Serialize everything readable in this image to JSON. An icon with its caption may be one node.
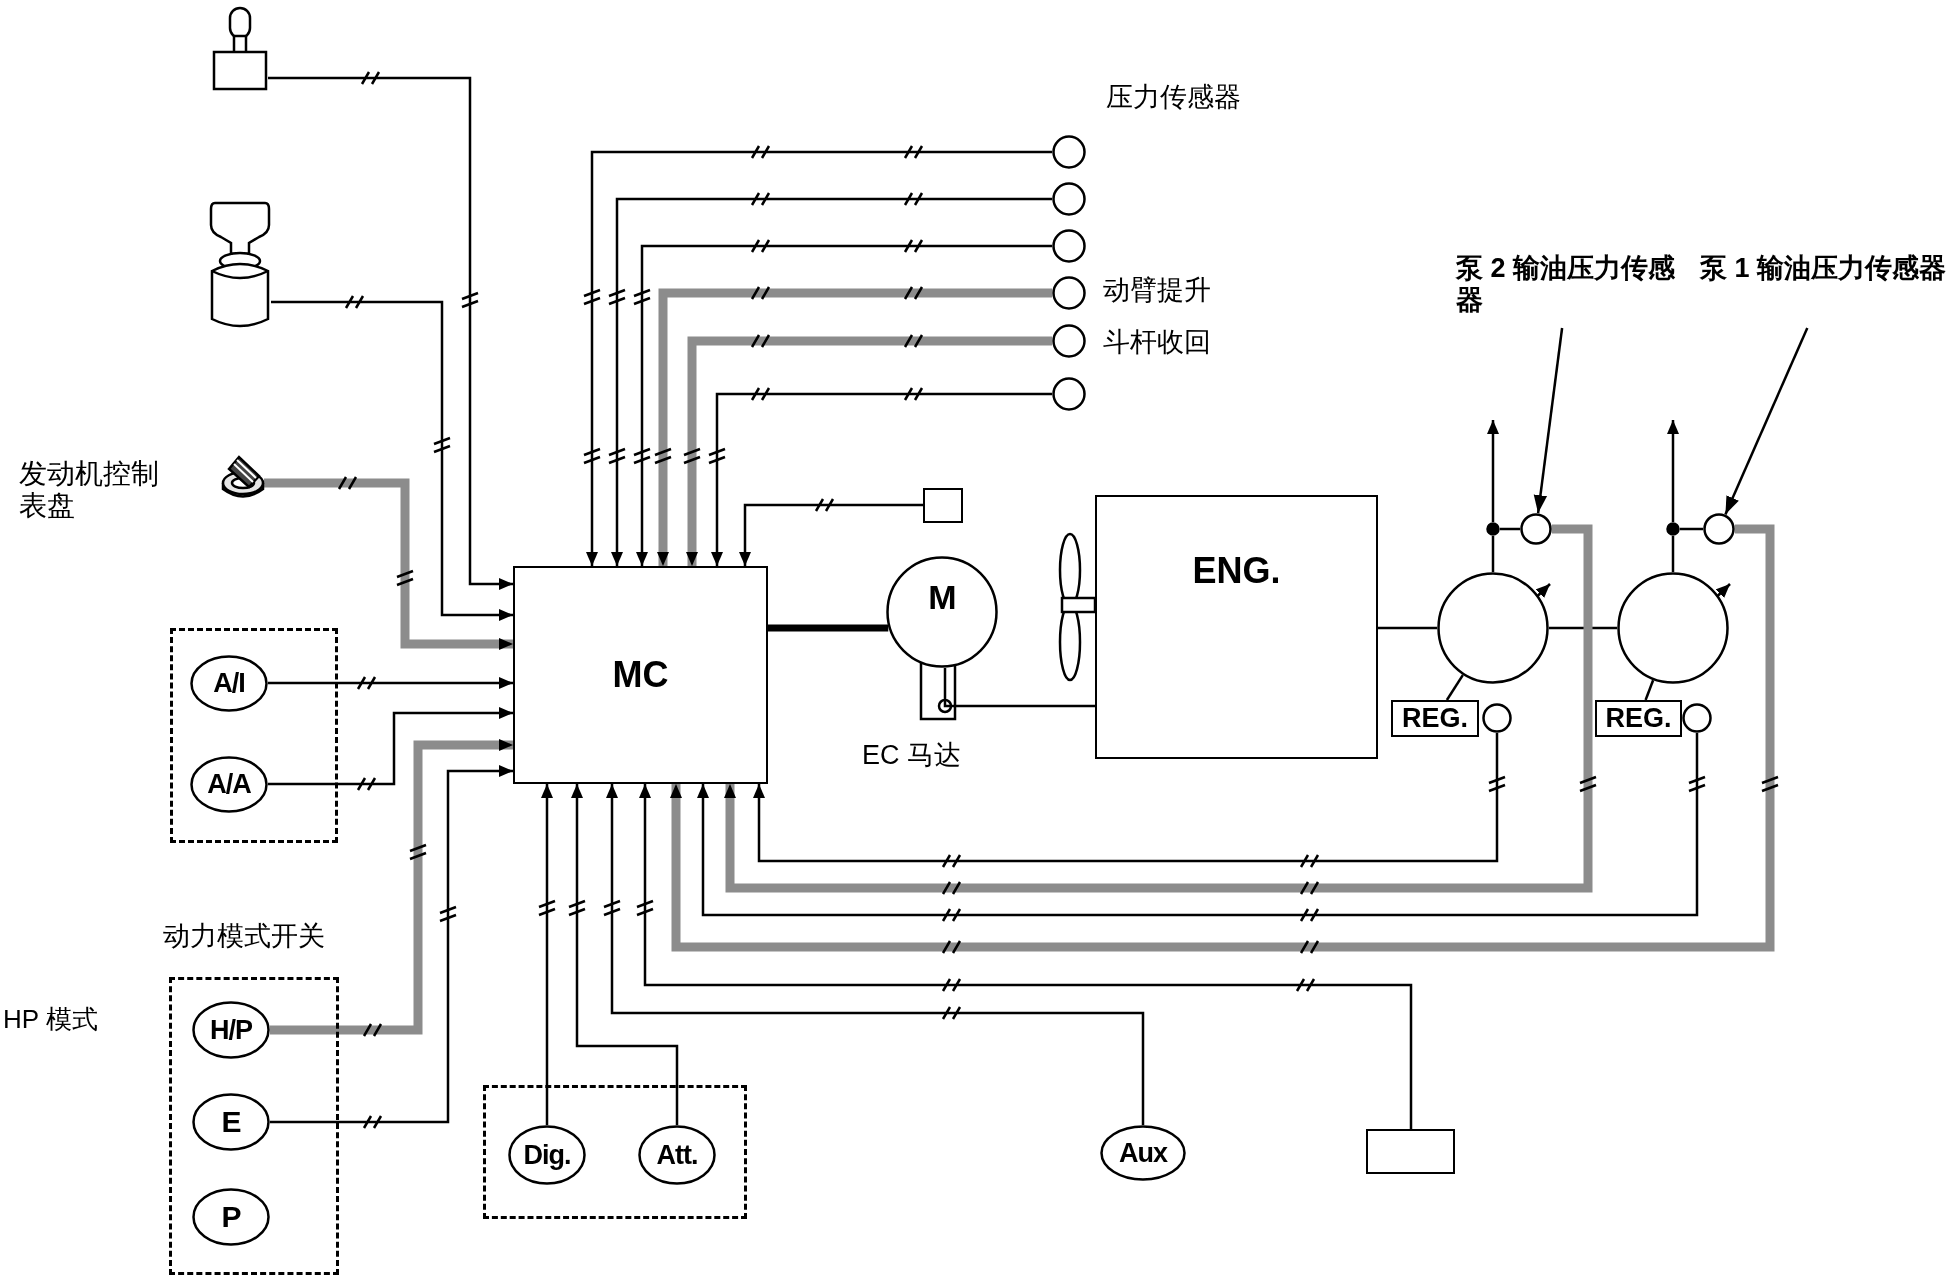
{
  "diagram": {
    "nodes": [
      {
        "text": [],
        "shape": "picture"
      },
      {
        "text": [],
        "shape": "picture"
      },
      {
        "text": [],
        "shape": "picture",
        "beside": [
          "发动机控制表盘"
        ]
      },
      {
        "text": [],
        "shape": "circle"
      },
      {
        "text": [],
        "shape": "circle"
      },
      {
        "text": [],
        "shape": "circle"
      },
      {
        "text": [],
        "shape": "circle",
        "beside": [
          "动臂提升"
        ]
      },
      {
        "text": [],
        "shape": "circle",
        "beside": [
          "斗杆收回"
        ]
      },
      {
        "text": [],
        "shape": "circle"
      },
      {
        "text": [],
        "shape": "box"
      },
      {
        "text": [
          "MC"
        ]
      },
      {
        "text": [],
        "shape": "box"
      },
      {
        "text": [
          "A/I"
        ],
        "in": 11
      },
      {
        "text": [
          "A/A"
        ],
        "in": 11
      },
      {
        "text": [
          "M"
        ],
        "beside": [
          "EC 马达"
        ]
      },
      {
        "text": [
          "ENG."
        ]
      },
      {
        "text": [
          "泵 2 输油压力传感器"
        ]
      },
      {
        "text": [
          "泵 1 输油压力传感器"
        ]
      },
      {
        "text": [],
        "shape": "circle"
      },
      {
        "text": [],
        "shape": "circle"
      },
      {
        "text": [],
        "shape": "circle"
      },
      {
        "text": [],
        "shape": "circle"
      },
      {
        "text": [
          "REG."
        ]
      },
      {
        "text": [],
        "shape": "circle"
      },
      {
        "text": [
          "REG."
        ]
      },
      {
        "text": [],
        "shape": "circle"
      },
      {
        "text": [
          "动力模式开关"
        ]
      },
      {
        "text": [
          "H/P"
        ],
        "in": 26,
        "beside": [
          "HP 模式"
        ]
      },
      {
        "text": [
          "E"
        ],
        "in": 26
      },
      {
        "text": [
          "P"
        ],
        "in": 26
      },
      {
        "text": [],
        "shape": "box"
      },
      {
        "text": [
          "Dig."
        ],
        "in": 30
      },
      {
        "text": [
          "Att."
        ],
        "in": 30
      },
      {
        "text": [
          "Aux"
        ]
      },
      {
        "text": [],
        "shape": "box"
      },
      {
        "text": [],
        "shape": "circle"
      },
      {
        "text": [],
        "shape": "circle"
      }
    ],
    "edges": [
      {
        "from": 0,
        "to": 10,
        "arrow": "to"
      },
      {
        "from": 1,
        "to": 10,
        "arrow": "to"
      },
      {
        "from": 2,
        "to": 10,
        "arrow": "to",
        "style": "thick",
        "color": "#8c8c8c"
      },
      {
        "from": 3,
        "to": 10,
        "arrow": "to"
      },
      {
        "from": 4,
        "to": 10,
        "arrow": "to"
      },
      {
        "from": 5,
        "to": 10,
        "arrow": "to"
      },
      {
        "from": 6,
        "to": 10,
        "arrow": "to",
        "style": "thick",
        "color": "#8c8c8c"
      },
      {
        "from": 7,
        "to": 10,
        "arrow": "to",
        "style": "thick",
        "color": "#8c8c8c"
      },
      {
        "from": 8,
        "to": 10,
        "arrow": "to"
      },
      {
        "from": 9,
        "to": 10,
        "arrow": "to"
      },
      {
        "from": 12,
        "to": 10,
        "arrow": "to"
      },
      {
        "from": 13,
        "to": 10,
        "arrow": "to"
      },
      {
        "from": 27,
        "to": 10,
        "arrow": "to",
        "style": "thick",
        "color": "#8c8c8c"
      },
      {
        "from": 28,
        "to": 10,
        "arrow": "to"
      },
      {
        "from": 10,
        "to": 14,
        "arrow": "none",
        "style": "thick"
      },
      {
        "from": 14,
        "to": 15,
        "arrow": "none"
      },
      {
        "from": 15,
        "to": 20,
        "arrow": "none"
      },
      {
        "from": 20,
        "to": 21,
        "arrow": "none"
      },
      {
        "from": 16,
        "to": 18,
        "arrow": "to"
      },
      {
        "from": 17,
        "to": 19,
        "arrow": "to"
      },
      {
        "from": 35,
        "to": null,
        "arrow": "to"
      },
      {
        "from": 36,
        "to": null,
        "arrow": "to"
      },
      {
        "from": 31,
        "to": 10,
        "arrow": "to"
      },
      {
        "from": 32,
        "to": 10,
        "arrow": "to"
      },
      {
        "from": 33,
        "to": 10,
        "arrow": "to"
      },
      {
        "from": 34,
        "to": 10,
        "arrow": "to"
      },
      {
        "from": 19,
        "to": 10,
        "arrow": "to",
        "style": "thick",
        "color": "#8c8c8c"
      },
      {
        "from": 25,
        "to": 10,
        "arrow": "to"
      },
      {
        "from": 18,
        "to": 10,
        "arrow": "to",
        "style": "thick",
        "color": "#8c8c8c"
      },
      {
        "from": 23,
        "to": 10,
        "arrow": "to"
      },
      {
        "from": 20,
        "to": 35,
        "arrow": "none"
      },
      {
        "from": 35,
        "to": 18,
        "arrow": "none"
      },
      {
        "from": 21,
        "to": 36,
        "arrow": "none"
      },
      {
        "from": 36,
        "to": 19,
        "arrow": "none"
      },
      {
        "from": 22,
        "to": 20,
        "arrow": "none"
      },
      {
        "from": 24,
        "to": 21,
        "arrow": "none"
      }
    ],
    "labels": [
      "压力传感器"
    ]
  }
}
